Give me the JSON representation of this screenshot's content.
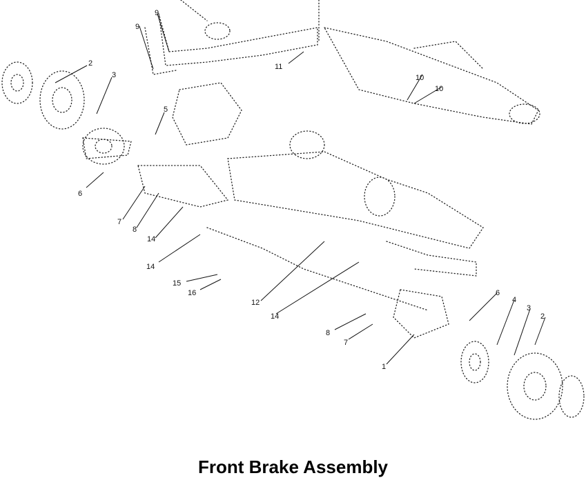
{
  "caption": "Front Brake Assembly",
  "callouts": {
    "c1": "2",
    "c2": "3",
    "c3": "5",
    "c4": "6",
    "c5": "7",
    "c6": "8",
    "c7": "14",
    "c8": "14",
    "c9": "15",
    "c10": "16",
    "c11": "9",
    "c12": "9",
    "c13": "11",
    "c14": "10",
    "c15": "10",
    "c16": "12",
    "c17": "14",
    "c18": "8",
    "c19": "7",
    "c20": "1",
    "c21": "6",
    "c22": "4",
    "c23": "3",
    "c24": "2"
  }
}
